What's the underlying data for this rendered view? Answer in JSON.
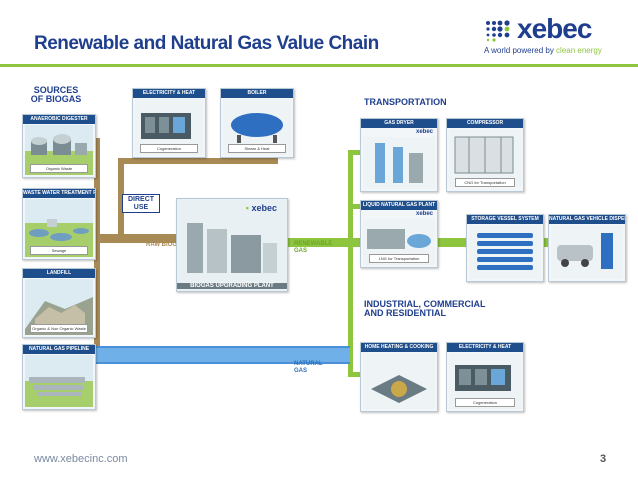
{
  "slide": {
    "title": "Renewable and Natural Gas Value Chain",
    "footer_url": "www.xebecinc.com",
    "page_number": "3"
  },
  "logo": {
    "word": "xebec",
    "tagline_prefix": "A world powered by ",
    "tagline_highlight": "clean energy"
  },
  "colors": {
    "title": "#1f3f8e",
    "accent_green": "#8ec53f",
    "raw_biogas_pipe": "#a88a55",
    "renewable_gas_pipe": "#8ec53f",
    "natural_gas_pipe": "#4a90d9",
    "box_header": "#1f4e8c"
  },
  "diagram": {
    "sources_heading": "SOURCES OF BIOGAS",
    "sources": [
      {
        "header": "ANAEROBIC DIGESTER",
        "caption": "Organic Waste"
      },
      {
        "header": "WASTE WATER TREATMENT PLANT",
        "caption": "Sewage"
      },
      {
        "header": "LANDFILL",
        "caption": "Organic & Non Organic Waste"
      },
      {
        "header": "NATURAL GAS PIPELINE",
        "caption": ""
      }
    ],
    "direct_use": {
      "label": "DIRECT USE",
      "boxes": [
        {
          "header": "ELECTRICITY & HEAT",
          "caption": "Cogeneration"
        },
        {
          "header": "BOILER",
          "caption": "Steam & Heat"
        }
      ]
    },
    "upgrading": {
      "header_logo": "xebec",
      "label": "BIOGAS UPGRADING PLANT"
    },
    "flows": {
      "raw_biogas": "RAW BIOGAS",
      "renewable_gas": "RENEWABLE GAS",
      "natural_gas": "NATURAL GAS"
    },
    "transportation": {
      "heading": "TRANSPORTATION",
      "boxes": [
        {
          "header": "GAS DRYER",
          "caption": "",
          "logo": "xebec"
        },
        {
          "header": "COMPRESSOR",
          "caption": "CNG for Transportation"
        },
        {
          "header": "LIQUID NATURAL GAS PLANT",
          "caption": "LNG for Transportation",
          "logo": "xebec"
        },
        {
          "header": "STORAGE VESSEL SYSTEM",
          "caption": ""
        },
        {
          "header": "NATURAL GAS VEHICLE DISPENSER",
          "caption": ""
        }
      ]
    },
    "industrial": {
      "heading": "INDUSTRIAL, COMMERCIAL AND RESIDENTIAL",
      "boxes": [
        {
          "header": "HOME HEATING & COOKING",
          "caption": ""
        },
        {
          "header": "ELECTRICITY & HEAT",
          "caption": "Cogeneration"
        }
      ]
    }
  }
}
